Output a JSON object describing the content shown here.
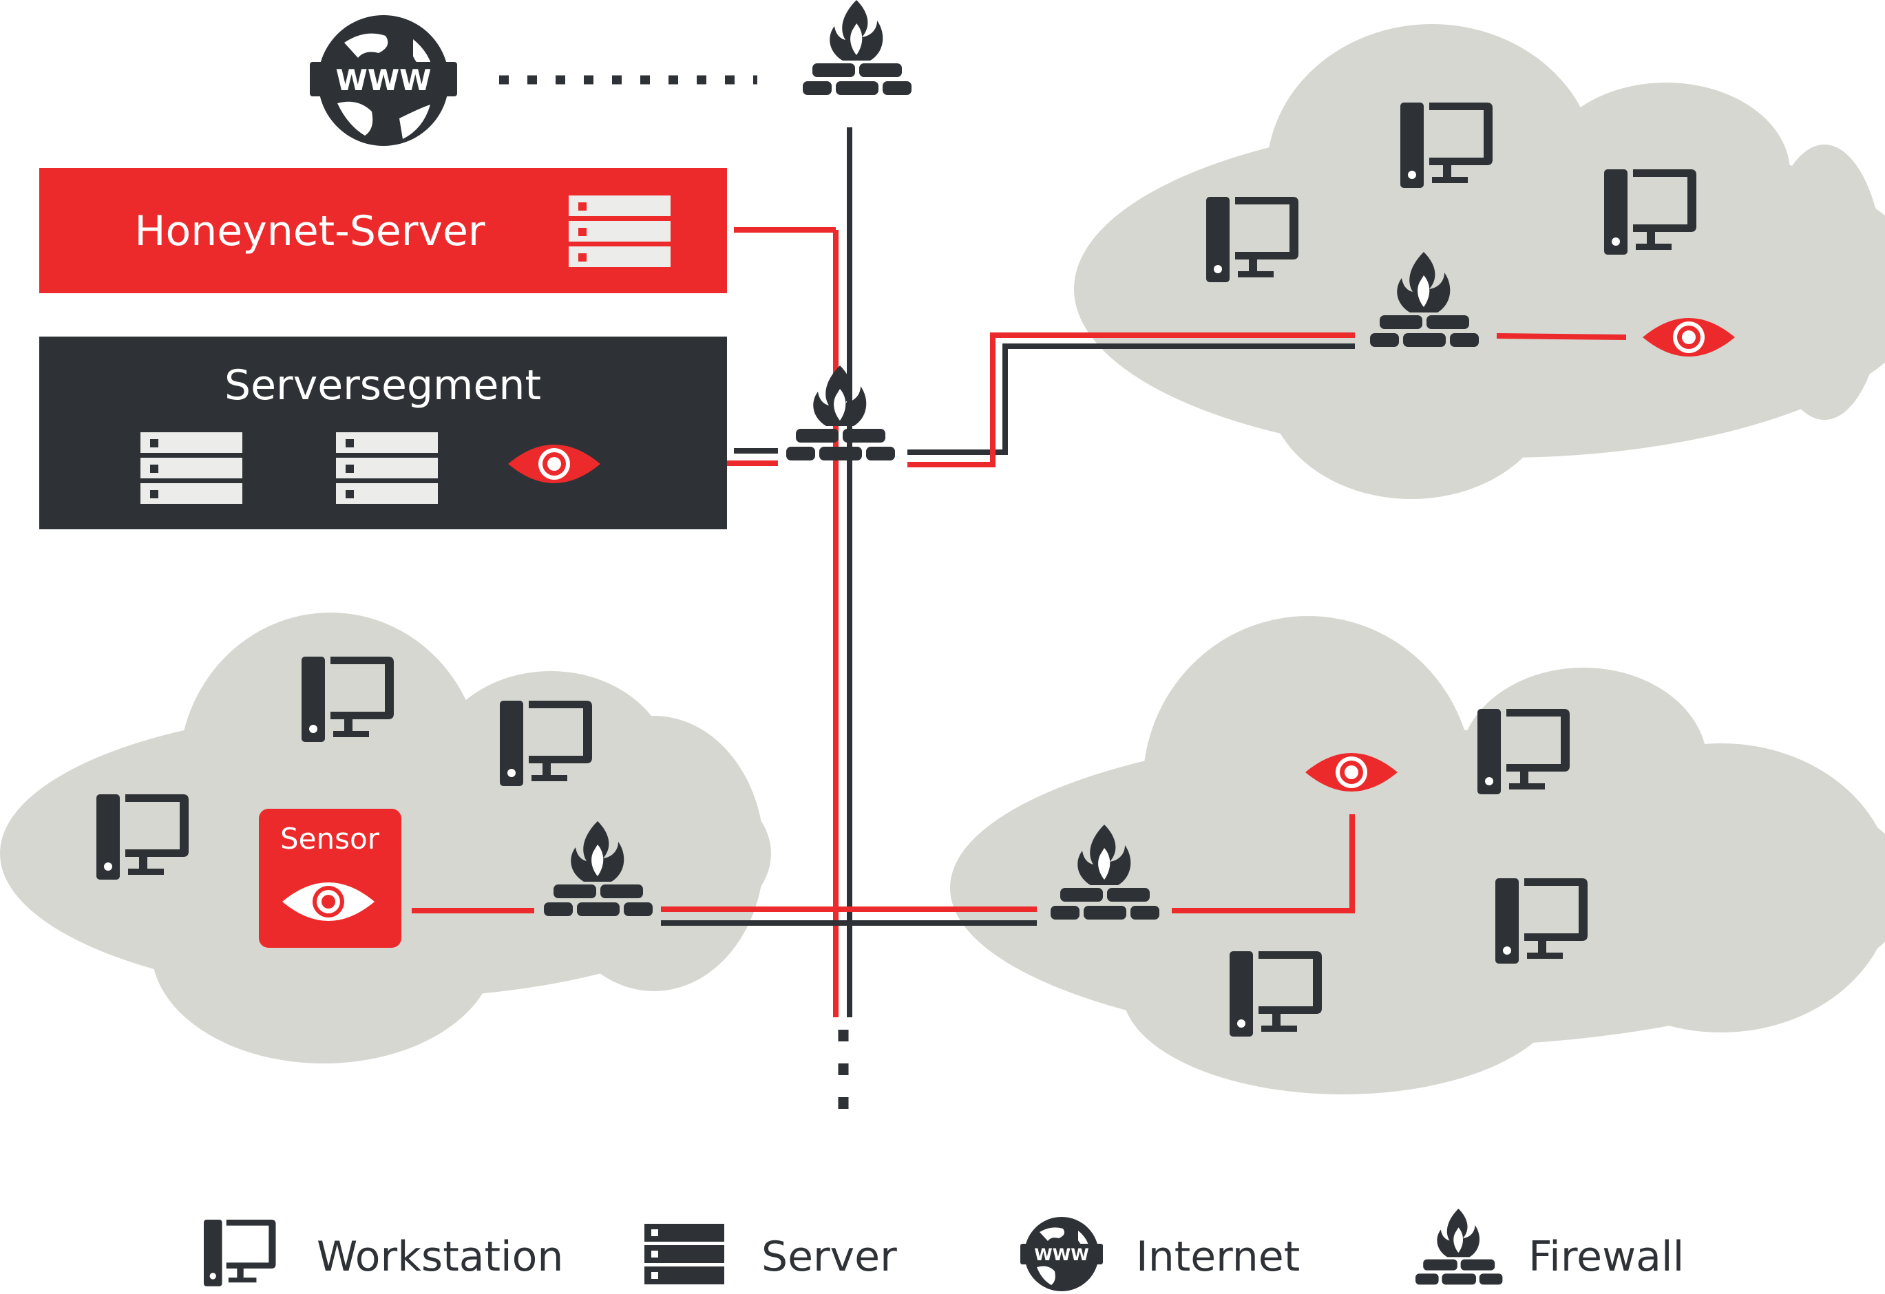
{
  "colors": {
    "red": "#ed2a2b",
    "dark": "#2e3236",
    "cloud": "#d5d7d0",
    "white": "#ffffff",
    "light": "#e8e8e6"
  },
  "globe_label": "WWW",
  "honeynet": {
    "label": "Honeynet-Server"
  },
  "serversegment": {
    "label": "Serversegment"
  },
  "sensor": {
    "label": "Sensor"
  },
  "legend": {
    "workstation": "Workstation",
    "server": "Server",
    "internet": "Internet",
    "firewall": "Firewall",
    "internet_icon_label": "WWW"
  },
  "icons": [
    "workstation-icon",
    "server-icon",
    "internet-icon",
    "firewall-icon",
    "sensor-eye-icon"
  ]
}
